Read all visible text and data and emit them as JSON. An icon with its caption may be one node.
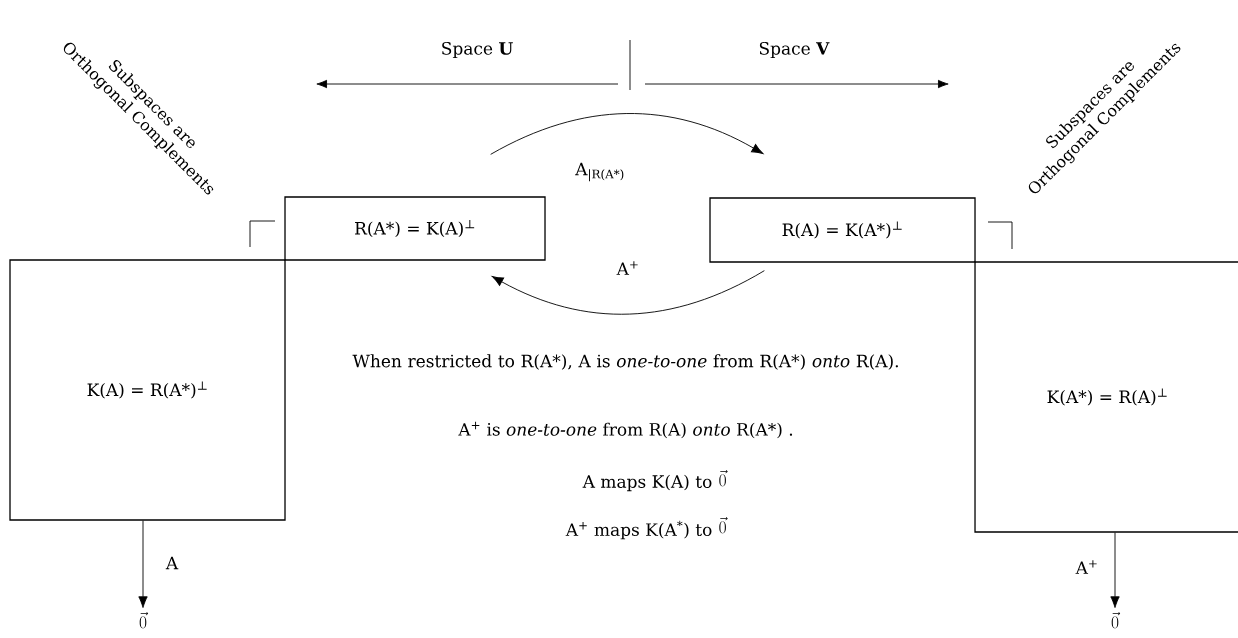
{
  "diagram": {
    "nodes": [
      {
        "text": [
          "R(A*)  = K(A)$^{⊥}$"
        ]
      },
      {
        "text": [
          "R(A)  = K(A*)$^{⊥}$"
        ]
      },
      {
        "text": [
          "K(A) = R(A*)$^{⊥}$"
        ]
      },
      {
        "text": [
          "K(A*) = R(A)$^{⊥}$"
        ]
      },
      {
        "text": [
          "\\vec{0}"
        ]
      },
      {
        "text": [
          "\\vec{0}"
        ]
      }
    ],
    "edges": [
      {
        "from": 0,
        "to": 1,
        "arrow": "to",
        "label": "A$_{|R(A*)}$"
      },
      {
        "from": 1,
        "to": 0,
        "arrow": "to",
        "label": "A$^{+}$"
      },
      {
        "from": 2,
        "to": 4,
        "arrow": "to",
        "label": "A"
      },
      {
        "from": 3,
        "to": 5,
        "arrow": "to",
        "label": "A$^{+}$"
      }
    ],
    "labels": [
      "Subspaces are Orthogonal Complements",
      "Space **U**",
      "Space **V**",
      "Subspaces are Orthogonal Complements",
      "When restricted to  R(A*),  A is *one-to-one* from R(A*) *onto* R(A).",
      "A$^{+}$ is *one-to-one* from R(A) *onto* R(A*) .",
      "A maps K(A) to",
      "\\vec{0}",
      "A$^{+}$ maps K(A$^{*}$) to",
      "\\vec{0}"
    ]
  }
}
